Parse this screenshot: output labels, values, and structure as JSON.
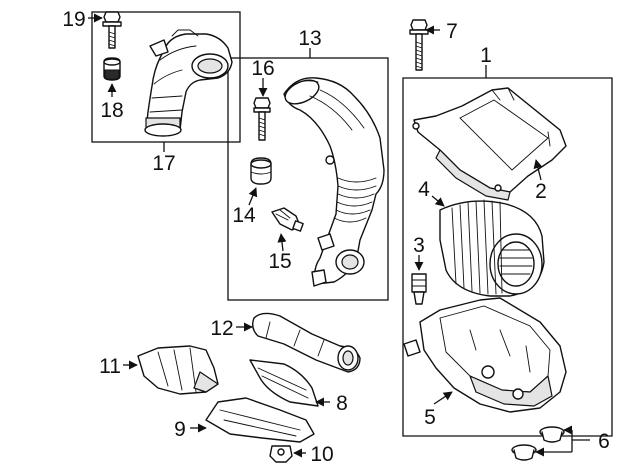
{
  "diagram": {
    "callouts": [
      {
        "id": "c1",
        "label": "1"
      },
      {
        "id": "c2",
        "label": "2"
      },
      {
        "id": "c3",
        "label": "3"
      },
      {
        "id": "c4",
        "label": "4"
      },
      {
        "id": "c5",
        "label": "5"
      },
      {
        "id": "c6",
        "label": "6"
      },
      {
        "id": "c7",
        "label": "7"
      },
      {
        "id": "c8",
        "label": "8"
      },
      {
        "id": "c9",
        "label": "9"
      },
      {
        "id": "c10",
        "label": "10"
      },
      {
        "id": "c11",
        "label": "11"
      },
      {
        "id": "c12",
        "label": "12"
      },
      {
        "id": "c13",
        "label": "13"
      },
      {
        "id": "c14",
        "label": "14"
      },
      {
        "id": "c15",
        "label": "15"
      },
      {
        "id": "c16",
        "label": "16"
      },
      {
        "id": "c17",
        "label": "17"
      },
      {
        "id": "c18",
        "label": "18"
      },
      {
        "id": "c19",
        "label": "19"
      }
    ]
  }
}
